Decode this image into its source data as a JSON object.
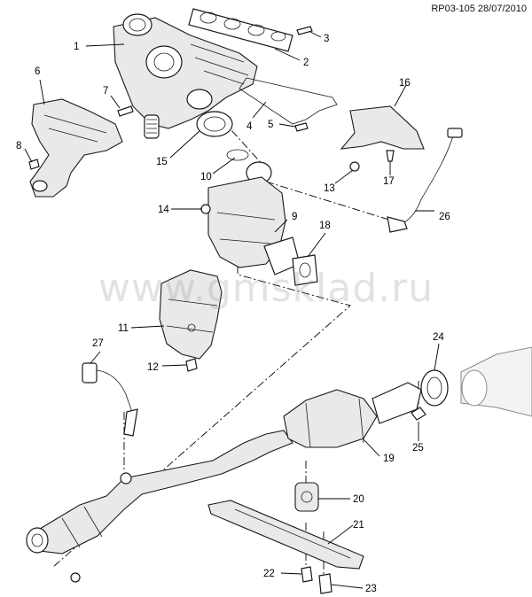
{
  "header": {
    "reference": "RP03-105 28/07/2010"
  },
  "watermark": "www.gmsklad.ru",
  "callouts": [
    {
      "id": "1",
      "label": "1"
    },
    {
      "id": "2",
      "label": "2"
    },
    {
      "id": "3",
      "label": "3"
    },
    {
      "id": "4",
      "label": "4"
    },
    {
      "id": "5",
      "label": "5"
    },
    {
      "id": "6",
      "label": "6"
    },
    {
      "id": "7",
      "label": "7"
    },
    {
      "id": "8",
      "label": "8"
    },
    {
      "id": "9",
      "label": "9"
    },
    {
      "id": "10",
      "label": "10"
    },
    {
      "id": "11",
      "label": "11"
    },
    {
      "id": "12",
      "label": "12"
    },
    {
      "id": "13",
      "label": "13"
    },
    {
      "id": "14",
      "label": "14"
    },
    {
      "id": "15",
      "label": "15"
    },
    {
      "id": "16",
      "label": "16"
    },
    {
      "id": "17",
      "label": "17"
    },
    {
      "id": "18",
      "label": "18"
    },
    {
      "id": "19",
      "label": "19"
    },
    {
      "id": "20",
      "label": "20"
    },
    {
      "id": "21",
      "label": "21"
    },
    {
      "id": "22",
      "label": "22"
    },
    {
      "id": "23",
      "label": "23"
    },
    {
      "id": "24",
      "label": "24"
    },
    {
      "id": "25",
      "label": "25"
    },
    {
      "id": "26",
      "label": "26"
    },
    {
      "id": "27",
      "label": "27"
    }
  ]
}
